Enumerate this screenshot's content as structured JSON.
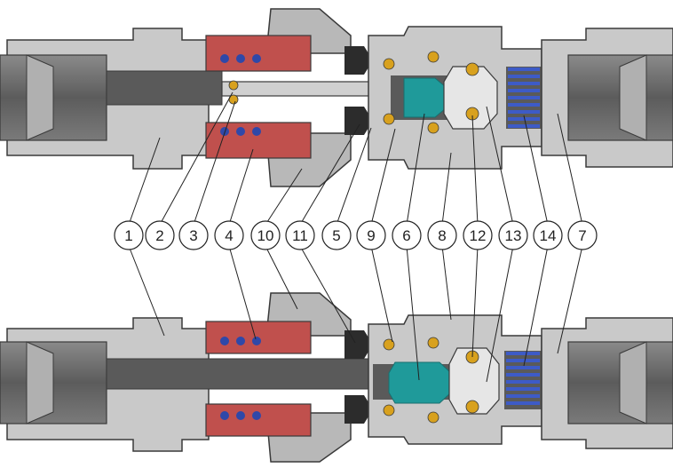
{
  "callouts": [
    "1",
    "2",
    "3",
    "4",
    "10",
    "11",
    "5",
    "9",
    "6",
    "8",
    "12",
    "13",
    "14",
    "7"
  ],
  "colors": {
    "body_light": "#c9c9c9",
    "body_mid": "#a8a8a8",
    "body_dark": "#6e6e6e",
    "outline": "#3a3a3a",
    "bore": "#5a5a5a",
    "seal_red": "#c0504d",
    "seal_red_dark": "#a33a37",
    "oring_blue": "#2f48a8",
    "spring_blue": "#3d5bc7",
    "ball_gold": "#d8a11e",
    "valve_teal": "#1f9a9a",
    "black_part": "#2c2c2c"
  }
}
